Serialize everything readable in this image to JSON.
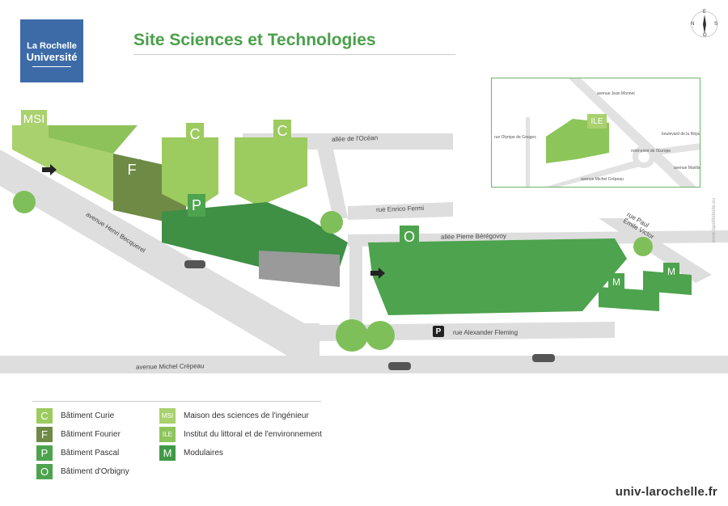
{
  "logo": {
    "line1": "La Rochelle",
    "line2": "Université"
  },
  "title": "Site Sciences et Technologies",
  "compass": {
    "n": "N",
    "e": "E",
    "s": "S",
    "o": "O"
  },
  "colors": {
    "curie": "#9ccb5f",
    "fourier": "#6e8a45",
    "pascal": "#4ea34e",
    "orbigny": "#4ea34e",
    "msi": "#a9d16d",
    "ile": "#8cc55a",
    "modulaires": "#3f9a45",
    "road": "#dcdcdc",
    "title": "#4aa04a"
  },
  "buildings": {
    "msi": "MSI",
    "fourier": "F",
    "curie1": "C",
    "curie2": "C",
    "pascal": "P",
    "orbigny": "O",
    "mod1": "M",
    "mod2": "M"
  },
  "streets": {
    "ocean": "allée de l'Océan",
    "fermi": "rue Enrico Fermi",
    "beregovoy": "allée Pierre Bérégovoy",
    "becquerel": "avenue Henri Becquerel",
    "fleming": "rue Alexander Fleming",
    "crepeau": "avenue Michel Crépeau",
    "paul_emile_victor": "rue Paul Émile Victor"
  },
  "inset": {
    "building": "ILE",
    "monnet": "avenue Jean Monnet",
    "gouges": "rue Olympe de Gouges",
    "republique": "boulevard de la République",
    "rond_point": "rond-point de l'Europe",
    "marillac": "avenue Marillac",
    "crepeau": "avenue Michel Crépeau"
  },
  "credit": "www.lapetiteboite.eu",
  "legend": [
    {
      "code": "C",
      "label": "Bâtiment Curie"
    },
    {
      "code": "F",
      "label": "Bâtiment Fourier"
    },
    {
      "code": "P",
      "label": "Bâtiment Pascal"
    },
    {
      "code": "O",
      "label": "Bâtiment d'Orbigny"
    },
    {
      "code": "MSI",
      "label": "Maison des sciences de l'ingénieur"
    },
    {
      "code": "ILE",
      "label": "Institut du littoral et de l'environnement"
    },
    {
      "code": "M",
      "label": "Modulaires"
    }
  ],
  "website": "univ-larochelle.fr"
}
